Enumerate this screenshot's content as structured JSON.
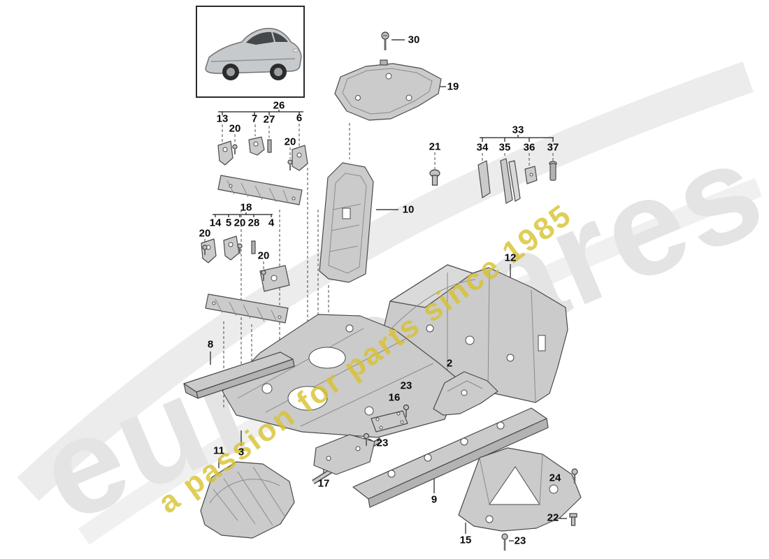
{
  "watermark": {
    "brand": "eurospares",
    "tagline": "a passion for parts since 1985"
  },
  "callouts": {
    "n26": "26",
    "n30": "30",
    "n19": "19",
    "n13": "13",
    "n20a": "20",
    "n7": "7",
    "n27": "27",
    "n6": "6",
    "n20b": "20",
    "n33": "33",
    "n34": "34",
    "n35": "35",
    "n36": "36",
    "n37": "37",
    "n21": "21",
    "n10": "10",
    "n18": "18",
    "n14": "14",
    "n5": "5",
    "n20c": "20",
    "n28": "28",
    "n4": "4",
    "n20d": "20",
    "n20e": "20",
    "n12": "12",
    "n8": "8",
    "n2": "2",
    "n23a": "23",
    "n16": "16",
    "n23b": "23",
    "n3": "3",
    "n11": "11",
    "n17": "17",
    "n9": "9",
    "n15": "15",
    "n23c": "23",
    "n24": "24",
    "n22": "22"
  }
}
